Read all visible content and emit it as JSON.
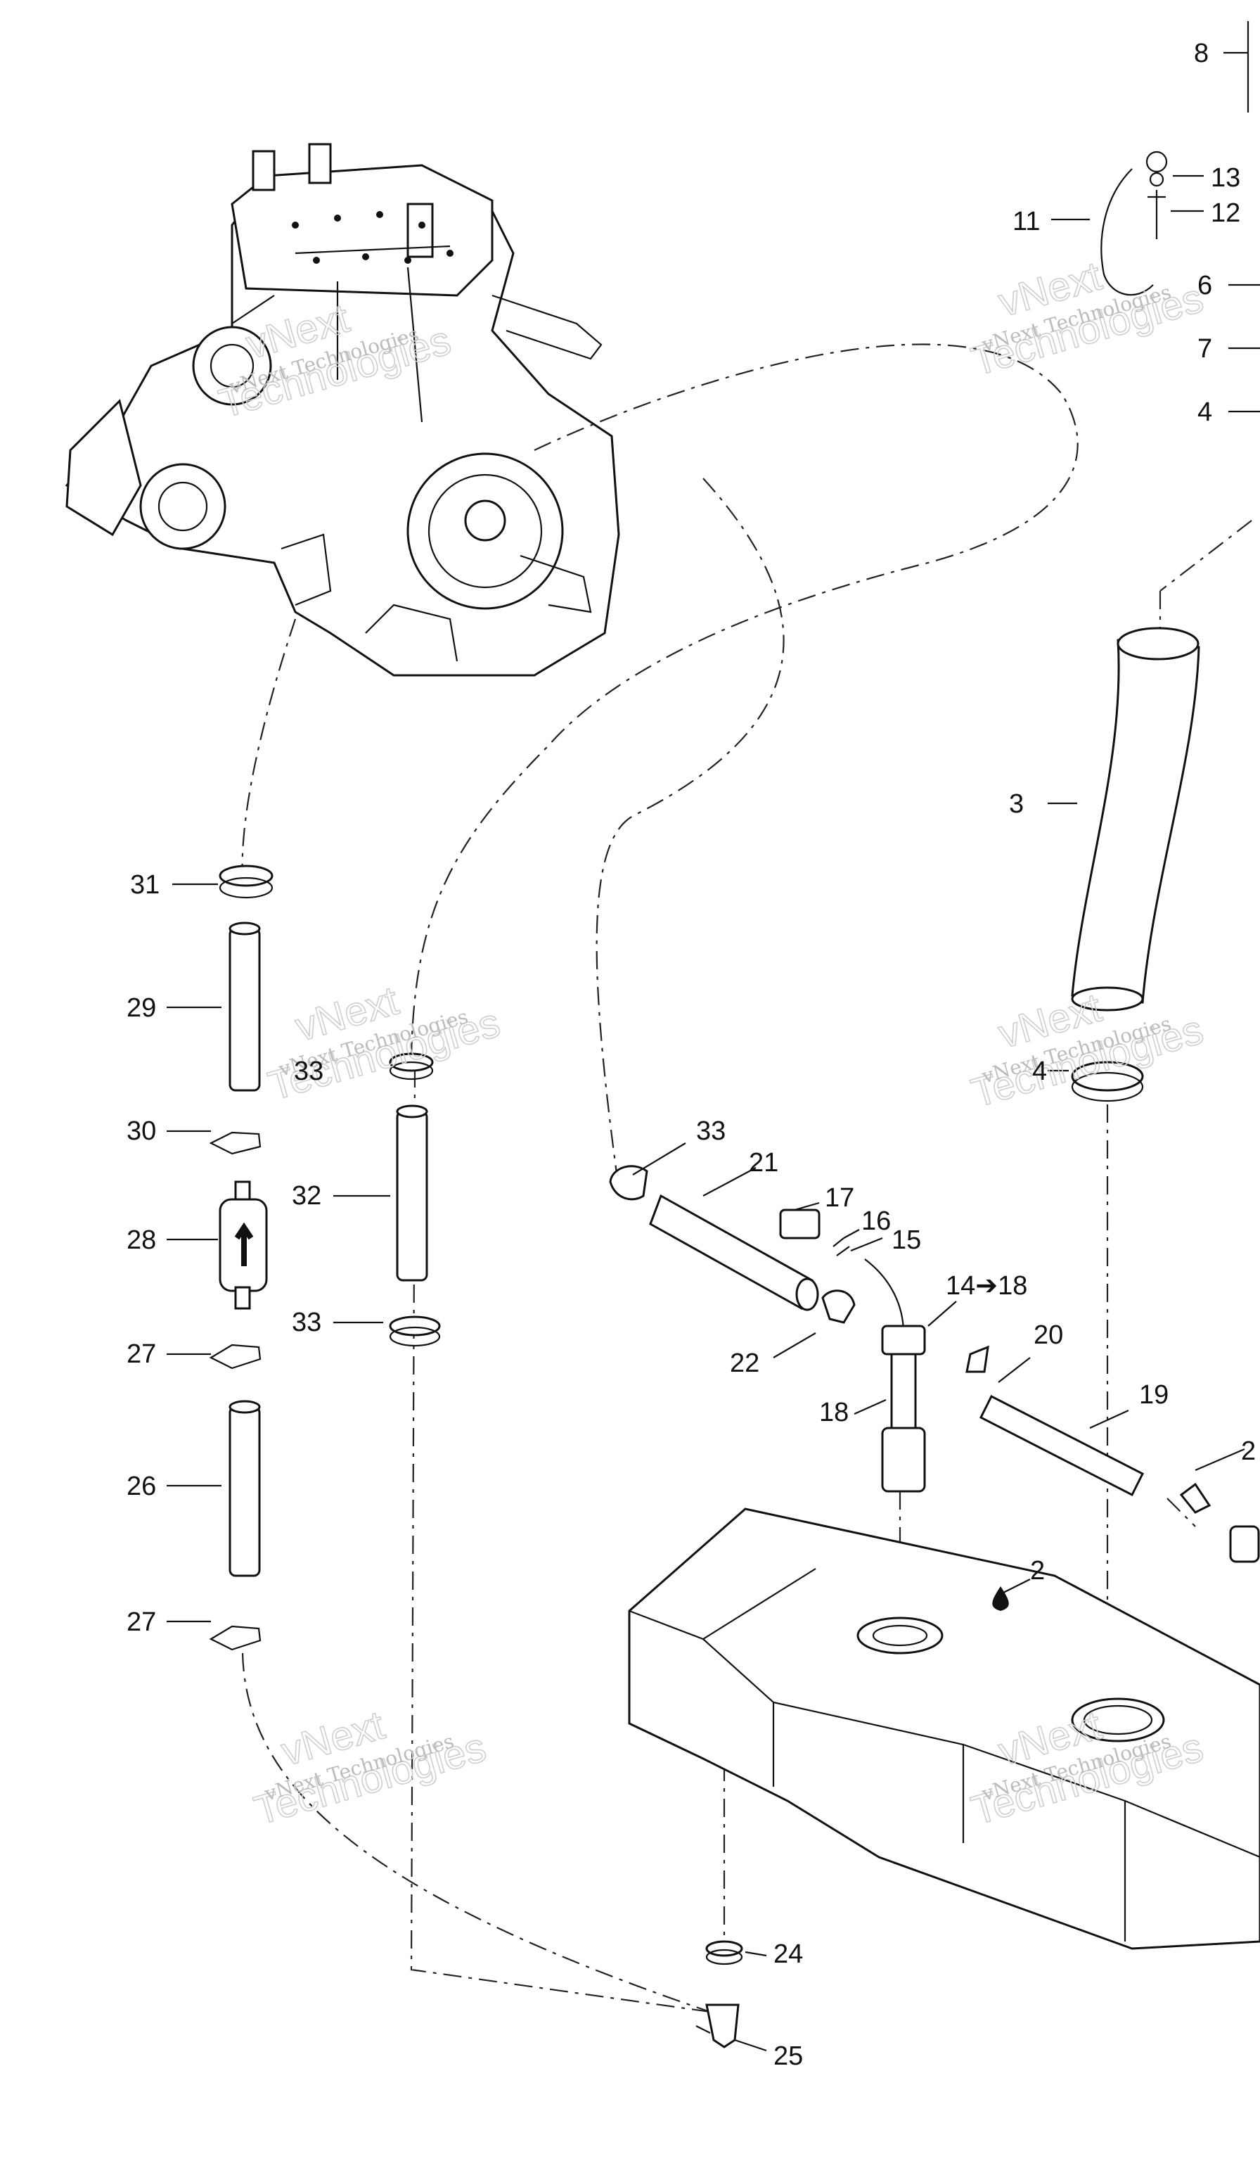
{
  "callouts": [
    {
      "id": "8",
      "label": "8"
    },
    {
      "id": "13",
      "label": "13"
    },
    {
      "id": "12",
      "label": "12"
    },
    {
      "id": "11",
      "label": "11"
    },
    {
      "id": "6",
      "label": "6"
    },
    {
      "id": "7",
      "label": "7"
    },
    {
      "id": "4a",
      "label": "4"
    },
    {
      "id": "3",
      "label": "3"
    },
    {
      "id": "4b",
      "label": "4"
    },
    {
      "id": "31",
      "label": "31"
    },
    {
      "id": "29",
      "label": "29"
    },
    {
      "id": "33a",
      "label": "33"
    },
    {
      "id": "30",
      "label": "30"
    },
    {
      "id": "32",
      "label": "32"
    },
    {
      "id": "28",
      "label": "28"
    },
    {
      "id": "33b",
      "label": "33"
    },
    {
      "id": "27a",
      "label": "27"
    },
    {
      "id": "26",
      "label": "26"
    },
    {
      "id": "27b",
      "label": "27"
    },
    {
      "id": "33c",
      "label": "33"
    },
    {
      "id": "21",
      "label": "21"
    },
    {
      "id": "17",
      "label": "17"
    },
    {
      "id": "16",
      "label": "16"
    },
    {
      "id": "15",
      "label": "15"
    },
    {
      "id": "14",
      "label": "14➔18"
    },
    {
      "id": "20",
      "label": "20"
    },
    {
      "id": "22",
      "label": "22"
    },
    {
      "id": "18",
      "label": "18"
    },
    {
      "id": "19",
      "label": "19"
    },
    {
      "id": "2a",
      "label": "2"
    },
    {
      "id": "2b",
      "label": "2"
    },
    {
      "id": "24",
      "label": "24"
    },
    {
      "id": "25",
      "label": "25"
    }
  ],
  "watermark": {
    "top_line": "vNext",
    "bottom_line": "Technologies",
    "caption": "vNext Technologies"
  }
}
